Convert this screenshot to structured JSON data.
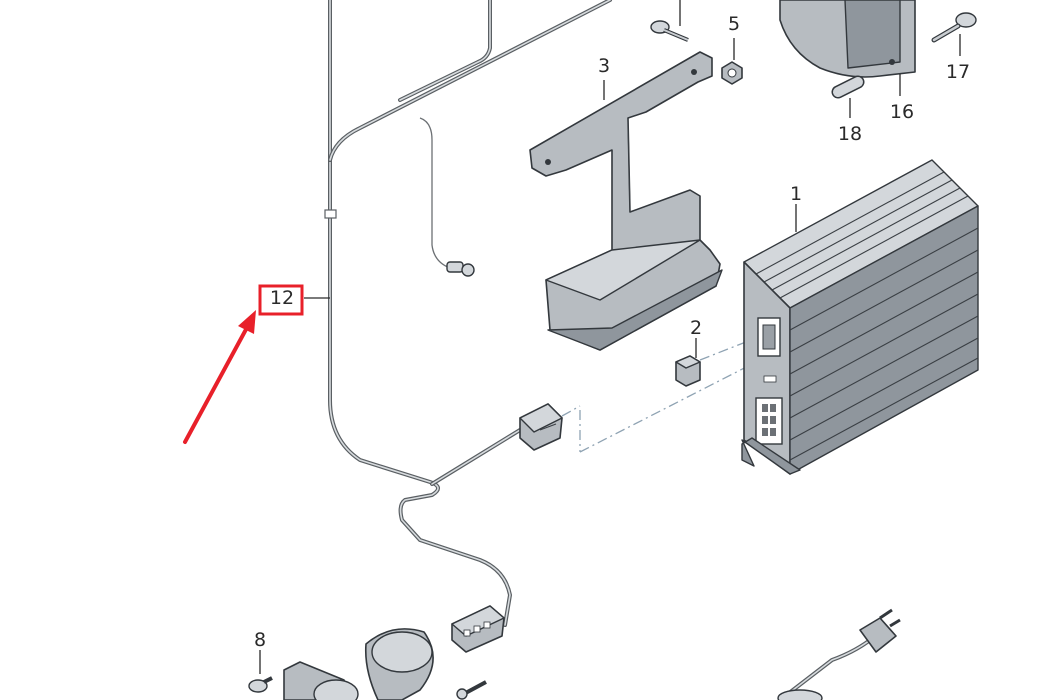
{
  "callouts": {
    "c1": "1",
    "c2": "2",
    "c3": "3",
    "c5": "5",
    "c8": "8",
    "c12": "12",
    "c16": "16",
    "c17": "17",
    "c18": "18"
  },
  "colors": {
    "highlight": "#e8202a",
    "line": "#5a5f63",
    "part_fill": "#b7bcc1"
  }
}
